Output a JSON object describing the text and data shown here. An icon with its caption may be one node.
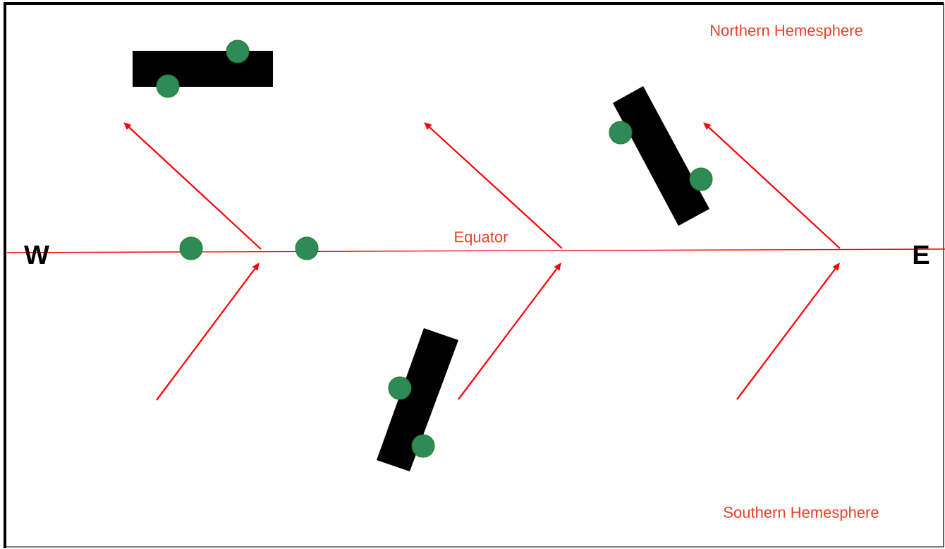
{
  "diagram": {
    "labels": [
      "Northern Hemesphere",
      "Equator",
      "W",
      "E",
      "Southern Hemesphere"
    ]
  }
}
